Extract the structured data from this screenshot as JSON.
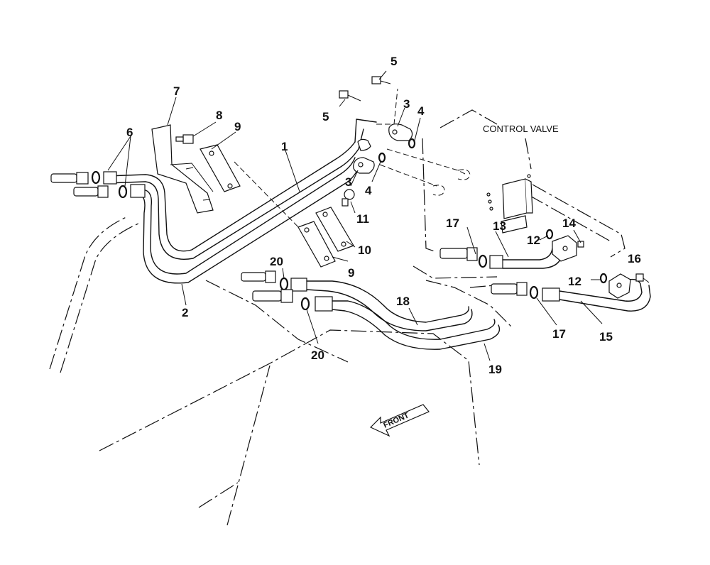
{
  "labels": {
    "control_valve": "CONTROL VALVE",
    "front": "FRONT"
  },
  "callouts": [
    "1",
    "2",
    "3",
    "3",
    "4",
    "4",
    "5",
    "5",
    "6",
    "7",
    "8",
    "9",
    "9",
    "10",
    "11",
    "12",
    "12",
    "13",
    "14",
    "15",
    "16",
    "17",
    "17",
    "18",
    "19",
    "20",
    "20"
  ]
}
